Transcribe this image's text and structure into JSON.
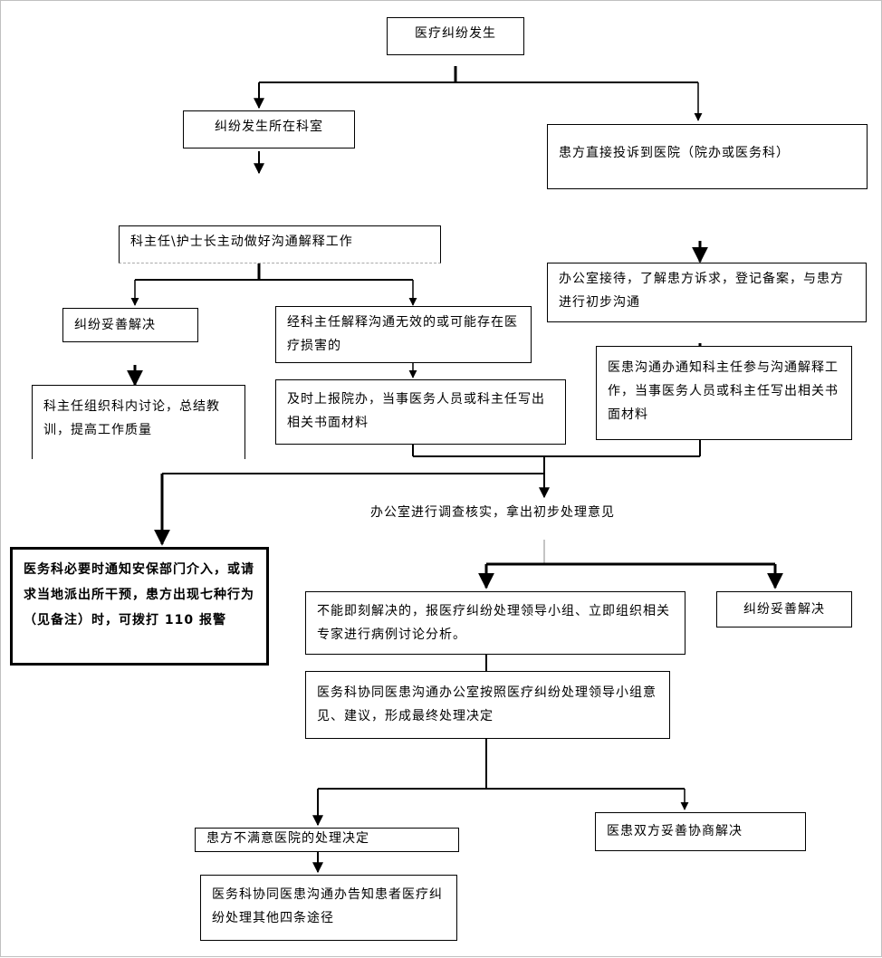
{
  "nodes": {
    "start": "医疗纠纷发生",
    "dept": "纠纷发生所在科室",
    "complaint": "患方直接投诉到医院（院办或医务科）",
    "director_explain": "科主任\\护士长主动做好沟通解释工作",
    "resolved_left": "纠纷妥善解决",
    "ineffective": "经科主任解释沟通无效的或可能存在医疗损害的",
    "discussion": "科主任组织科内讨论，总结教训，提高工作质量",
    "report": "及时上报院办，当事医务人员或科主任写出相关书面材料",
    "office_reception": "办公室接待，了解患方诉求，登记备案，与患方进行初步沟通",
    "notify": "医患沟通办通知科主任参与沟通解释工作，当事医务人员或科主任写出相关书面材料",
    "investigate": "办公室进行调查核实，拿出初步处理意见",
    "security": "医务科必要时通知安保部门介入，或请求当地派出所干预，患方出现七种行为（见备注）时，可拨打 110 报警",
    "cannot_resolve": "不能即刻解决的，报医疗纠纷处理领导小组、立即组织相关专家进行病例讨论分析。",
    "resolved_right": "纠纷妥善解决",
    "final_decision": "医务科协同医患沟通办公室按照医疗纠纷处理领导小组意见、建议，形成最终处理决定",
    "dissatisfied": "患方不满意医院的处理决定",
    "negotiate": "医患双方妥善协商解决",
    "other_routes": "医务科协同医患沟通办告知患者医疗纠纷处理其他四条途径"
  }
}
